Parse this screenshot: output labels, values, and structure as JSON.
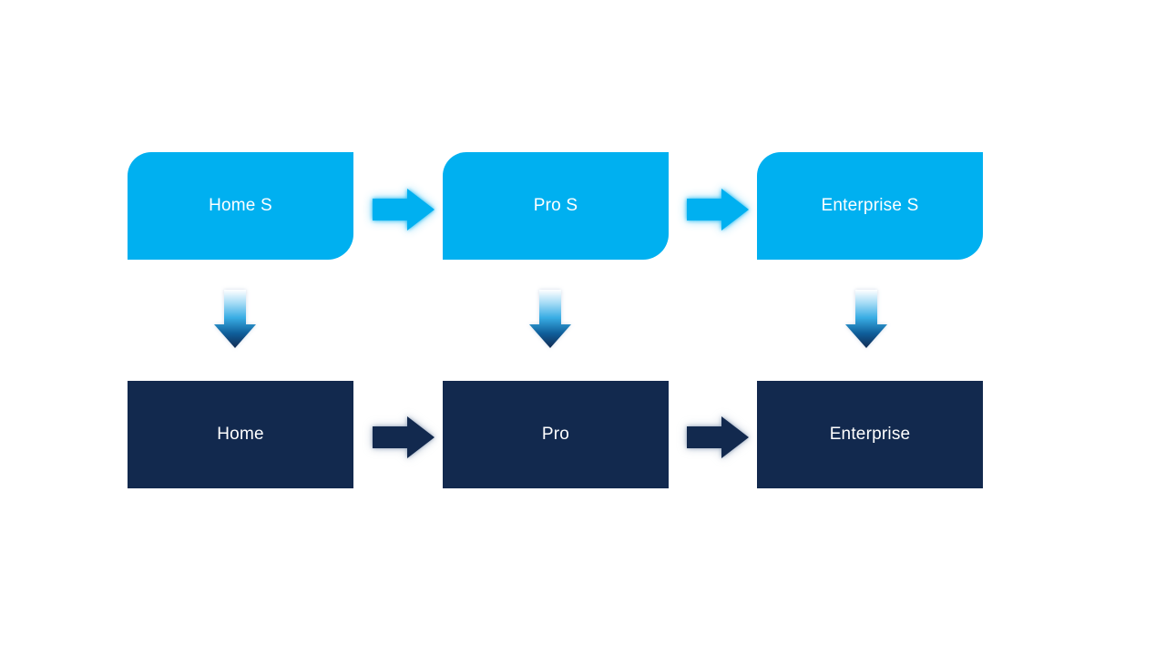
{
  "diagram": {
    "columns": [
      {
        "top_label": "Home S",
        "bottom_label": "Home"
      },
      {
        "top_label": "Pro S",
        "bottom_label": "Pro"
      },
      {
        "top_label": "Enterprise S",
        "bottom_label": "Enterprise"
      }
    ],
    "colors": {
      "background": "#FFFFFF",
      "top_box": "#00B0F0",
      "bottom_box": "#12294E",
      "text": "#FFFFFF",
      "arrow_gradient": [
        "#FFFFFF",
        "#A9DDF6",
        "#39ADE4",
        "#0F5E9A",
        "#102A52"
      ]
    }
  }
}
